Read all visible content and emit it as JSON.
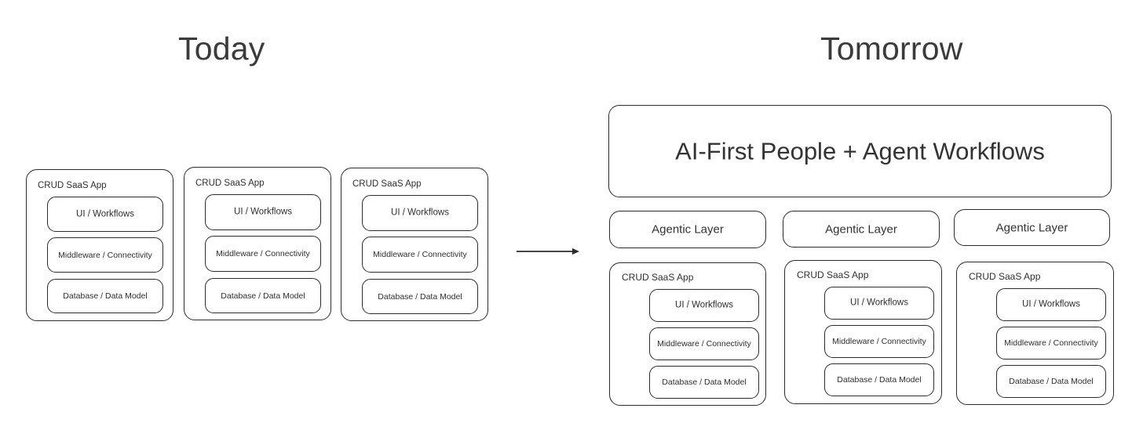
{
  "headings": {
    "today": "Today",
    "tomorrow": "Tomorrow"
  },
  "banner": {
    "label": "AI-First People + Agent Workflows"
  },
  "arrow": {
    "name": "transition-arrow"
  },
  "colors": {
    "background": "#ffffff",
    "stroke": "#2b2b2b",
    "text": "#2f2f2f",
    "heading": "#3b3b3b"
  },
  "app_stack": {
    "container_label": "CRUD SaaS App",
    "layers": [
      "UI / Workflows",
      "Middleware / Connectivity",
      "Database / Data Model"
    ]
  },
  "today": {
    "apps": [
      {
        "title": "CRUD SaaS App",
        "layers": [
          "UI / Workflows",
          "Middleware / Connectivity",
          "Database / Data Model"
        ]
      },
      {
        "title": "CRUD SaaS App",
        "layers": [
          "UI / Workflows",
          "Middleware / Connectivity",
          "Database / Data Model"
        ]
      },
      {
        "title": "CRUD SaaS App",
        "layers": [
          "UI / Workflows",
          "Middleware / Connectivity",
          "Database / Data Model"
        ]
      }
    ]
  },
  "tomorrow": {
    "banner_label": "AI-First People + Agent Workflows",
    "agentic_layers": [
      "Agentic Layer",
      "Agentic Layer",
      "Agentic Layer"
    ],
    "apps": [
      {
        "title": "CRUD SaaS App",
        "layers": [
          "UI / Workflows",
          "Middleware / Connectivity",
          "Database / Data Model"
        ]
      },
      {
        "title": "CRUD SaaS App",
        "layers": [
          "UI / Workflows",
          "Middleware / Connectivity",
          "Database / Data Model"
        ]
      },
      {
        "title": "CRUD SaaS App",
        "layers": [
          "UI / Workflows",
          "Middleware / Connectivity",
          "Database / Data Model"
        ]
      }
    ]
  }
}
